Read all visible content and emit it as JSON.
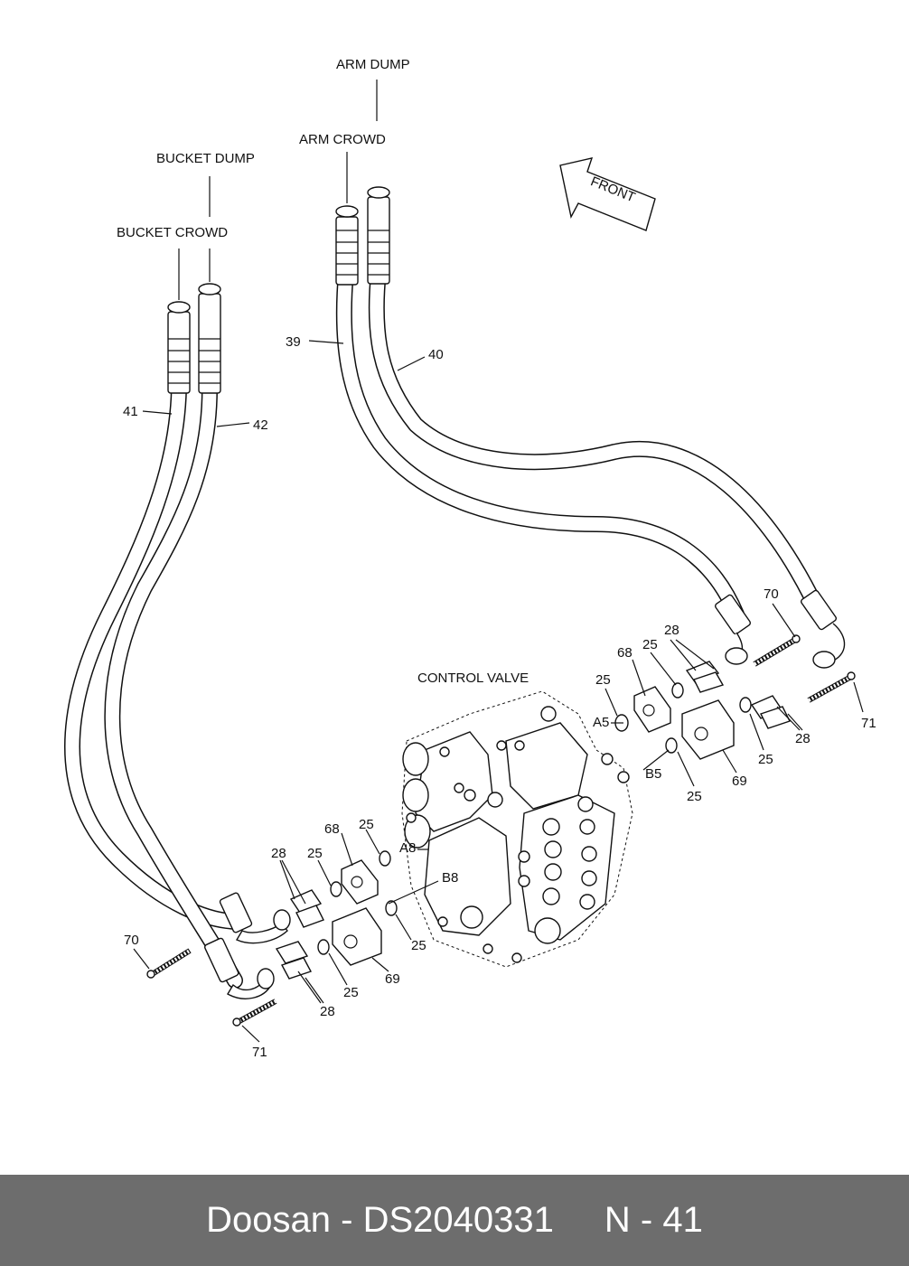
{
  "diagram": {
    "labels": {
      "arm_dump": "ARM DUMP",
      "arm_crowd": "ARM CROWD",
      "bucket_dump": "BUCKET DUMP",
      "bucket_crowd": "BUCKET CROWD",
      "control_valve": "CONTROL VALVE",
      "front": "FRONT"
    },
    "ports": {
      "a5": "A5",
      "b5": "B5",
      "a8": "A8",
      "b8": "B8"
    },
    "part_numbers": {
      "p39": "39",
      "p40": "40",
      "p41": "41",
      "p42": "42",
      "p70_top": "70",
      "p28_top": "28",
      "p25_top": "25",
      "p68_top": "68",
      "p25_top2": "25",
      "p71_right": "71",
      "p28_right": "28",
      "p25_right": "25",
      "p69_right": "69",
      "p25_b5": "25",
      "p68_left": "68",
      "p25_left1": "25",
      "p25_left2": "25",
      "p28_left": "28",
      "p25_left3": "25",
      "p70_left": "70",
      "p25_left4": "25",
      "p69_left": "69",
      "p28_bottom": "28",
      "p71_bottom": "71"
    }
  },
  "footer": {
    "brand_part": "Doosan - DS2040331",
    "page": "N - 41"
  }
}
